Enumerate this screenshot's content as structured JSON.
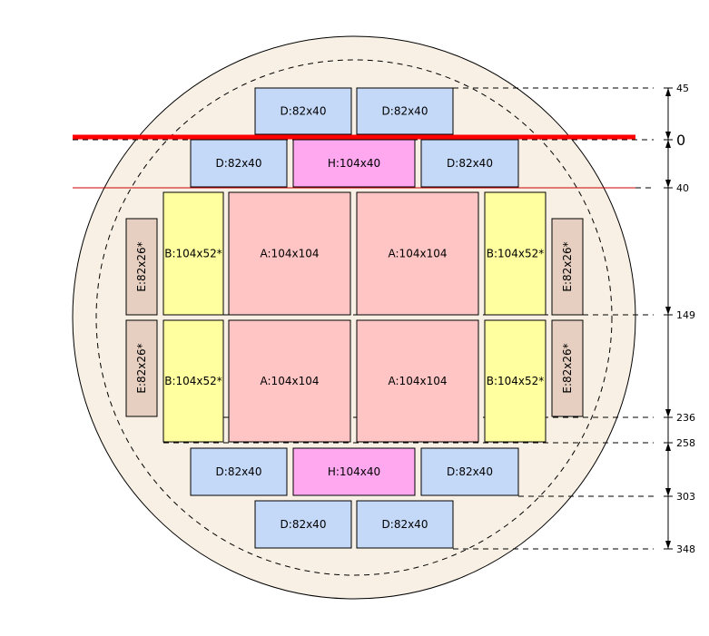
{
  "diagram": {
    "colors": {
      "wafer_fill": "#f8f0e4",
      "wafer_stroke": "#000000",
      "A": "#ffc4c4",
      "B": "#ffff9f",
      "D": "#c4d8f8",
      "E": "#e6cfc0",
      "H": "#ffa8f0",
      "reference_line": "#ff0000",
      "guide_line": "#cc0000"
    },
    "dies": [
      {
        "id": "d-top-1",
        "type": "D",
        "label": "D:82x40"
      },
      {
        "id": "d-top-2",
        "type": "D",
        "label": "D:82x40"
      },
      {
        "id": "d-row2-1",
        "type": "D",
        "label": "D:82x40"
      },
      {
        "id": "h-top",
        "type": "H",
        "label": "H:104x40"
      },
      {
        "id": "d-row2-2",
        "type": "D",
        "label": "D:82x40"
      },
      {
        "id": "e-top-left",
        "type": "E",
        "label": "E:82x26*",
        "rotate": true
      },
      {
        "id": "b-top-left",
        "type": "B",
        "label": "B:104x52*"
      },
      {
        "id": "a-top-1",
        "type": "A",
        "label": "A:104x104"
      },
      {
        "id": "a-top-2",
        "type": "A",
        "label": "A:104x104"
      },
      {
        "id": "b-top-right",
        "type": "B",
        "label": "B:104x52*"
      },
      {
        "id": "e-top-right",
        "type": "E",
        "label": "E:82x26*",
        "rotate": true
      },
      {
        "id": "e-bot-left",
        "type": "E",
        "label": "E:82x26*",
        "rotate": true
      },
      {
        "id": "b-bot-left",
        "type": "B",
        "label": "B:104x52*"
      },
      {
        "id": "a-bot-1",
        "type": "A",
        "label": "A:104x104"
      },
      {
        "id": "a-bot-2",
        "type": "A",
        "label": "A:104x104"
      },
      {
        "id": "b-bot-right",
        "type": "B",
        "label": "B:104x52*"
      },
      {
        "id": "e-bot-right",
        "type": "E",
        "label": "E:82x26*",
        "rotate": true
      },
      {
        "id": "d-row5-1",
        "type": "D",
        "label": "D:82x40"
      },
      {
        "id": "h-bot",
        "type": "H",
        "label": "H:104x40"
      },
      {
        "id": "d-row5-2",
        "type": "D",
        "label": "D:82x40"
      },
      {
        "id": "d-bot-1",
        "type": "D",
        "label": "D:82x40"
      },
      {
        "id": "d-bot-2",
        "type": "D",
        "label": "D:82x40"
      }
    ],
    "dimensions": [
      "45",
      "0",
      "40",
      "149",
      "236",
      "258",
      "303",
      "348"
    ]
  }
}
